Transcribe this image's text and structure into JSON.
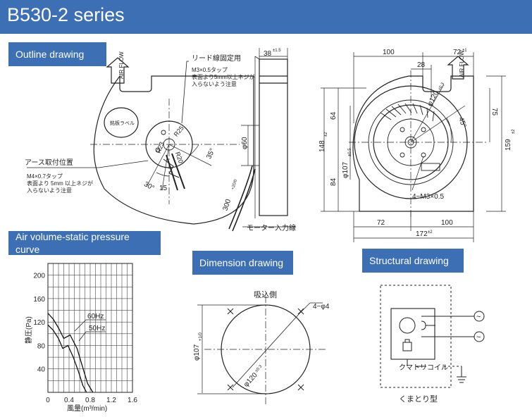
{
  "header": {
    "title": "B530-2 series"
  },
  "sections": {
    "outline": "Outline drawing",
    "curve": "Air volume-static pressure curve",
    "dimension": "Dimension drawing",
    "structural": "Structural drawing"
  },
  "outline": {
    "air_flow_label": "AIR FLOW",
    "lead_fix_title": "リード線固定用",
    "lead_fix_note_1": "M3×0.5タップ",
    "lead_fix_note_2": "表面より5mm以上ネジが",
    "lead_fix_note_3": "入らないよう注意",
    "ground_title": "アース取付位置",
    "ground_note_1": "M4×0.7タップ",
    "ground_note_2": "表面より 5mm 以上ネジが",
    "ground_note_3": "入らないよう注意",
    "product_label": "銘板ラベル",
    "r23": "R23",
    "r25": "R25",
    "r20": "R20",
    "angle_35": "35°",
    "angle_30": "30°",
    "dim_15": "15",
    "dim_38": "38",
    "dim_38_tol": "±1.5",
    "dim_phi60": "φ60",
    "dim_300": "300",
    "dim_300_tol": "+20/0",
    "motor_lead": "モーター入力線",
    "dim_100_top": "100",
    "dim_72_top": "72",
    "dim_72_tol": "±1",
    "dim_28": "28",
    "dim_phi120": "φ120",
    "dim_phi120_tol": "±0.3",
    "dim_45": "45°",
    "dim_64": "64",
    "dim_75": "75",
    "dim_148": "148",
    "dim_148_tol": "±2",
    "dim_159": "159",
    "dim_159_tol": "±2",
    "dim_phi107": "φ107",
    "dim_phi107_tol": "±0.5",
    "dim_84": "84",
    "tap_note": "4−M3×0.5",
    "dim_72_bottom": "72",
    "dim_100_bottom": "100",
    "dim_172": "172",
    "dim_172_tol": "±2"
  },
  "curve": {
    "ylabel": "静圧(Pa)",
    "xlabel": "風量(m³/min)",
    "y_ticks": [
      "0",
      "40",
      "80",
      "120",
      "160",
      "200"
    ],
    "x_ticks": [
      "0",
      "0.4",
      "0.8",
      "1.2",
      "1.6"
    ],
    "series_60": "60Hz",
    "series_50": "50Hz"
  },
  "dimension": {
    "intake_side": "吸込側",
    "holes": "4−φ4",
    "phi120": "φ120",
    "phi120_tol": "±0.3",
    "phi107": "φ107",
    "phi107_tol": "+1/0"
  },
  "structural": {
    "coil_label": "クマトリコイル",
    "type_label": "くまとり型",
    "ac_symbol": "~"
  },
  "chart_data": {
    "type": "line",
    "title": "",
    "xlabel": "風量(m³/min)",
    "ylabel": "静圧(Pa)",
    "xlim": [
      0,
      1.6
    ],
    "ylim": [
      0,
      220
    ],
    "x_ticks": [
      0,
      0.4,
      0.8,
      1.2,
      1.6
    ],
    "y_ticks": [
      0,
      40,
      80,
      120,
      160,
      200
    ],
    "grid": true,
    "series": [
      {
        "name": "60Hz",
        "x": [
          0,
          0.1,
          0.2,
          0.3,
          0.42,
          0.55,
          0.65,
          0.75,
          0.85
        ],
        "y": [
          135,
          125,
          110,
          92,
          98,
          75,
          45,
          15,
          0
        ]
      },
      {
        "name": "50Hz",
        "x": [
          0,
          0.1,
          0.2,
          0.28,
          0.38,
          0.48,
          0.58,
          0.66,
          0.73
        ],
        "y": [
          115,
          106,
          92,
          75,
          80,
          60,
          35,
          12,
          0
        ]
      }
    ]
  }
}
